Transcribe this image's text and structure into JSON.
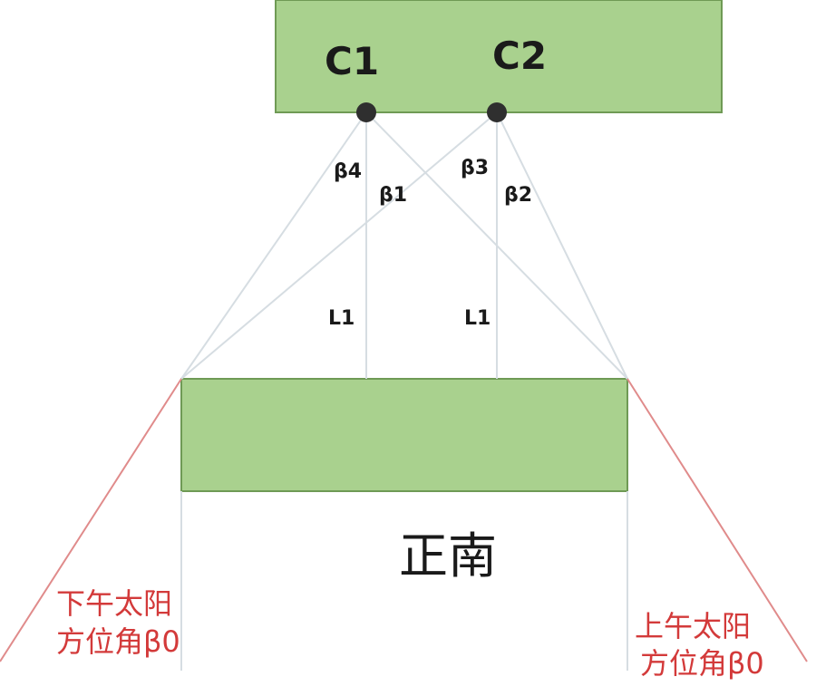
{
  "colors": {
    "box_fill": "#a9d18e",
    "box_stroke": "#6f9a55",
    "thin_line": "#d6dde2",
    "red_line": "#e08b8b",
    "red_text": "#d33a3a",
    "dot": "#2f2f2f",
    "text": "#1a1a1a"
  },
  "points": {
    "c1": "C1",
    "c2": "C2"
  },
  "angles": {
    "b4": "β4",
    "b1": "β1",
    "b3": "β3",
    "b2": "β2"
  },
  "lengths": {
    "l1_left": "L1",
    "l1_right": "L1"
  },
  "direction_label": "正南",
  "afternoon_label": {
    "line1": "下午太阳",
    "line2": "方位角β0"
  },
  "morning_label": {
    "line1": "上午太阳",
    "line2": "方位角β0"
  }
}
